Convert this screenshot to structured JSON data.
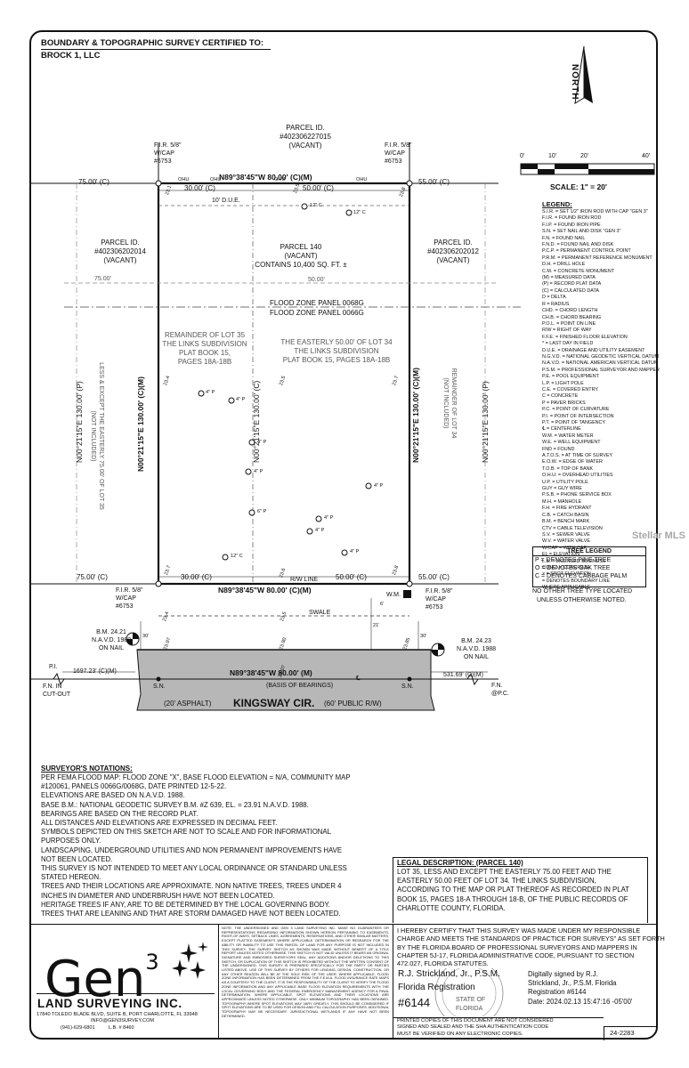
{
  "header": {
    "title": "BOUNDARY & TOPOGRAPHIC SURVEY CERTIFIED TO:",
    "client": "BROCK 1, LLC"
  },
  "north_label": "NORTH",
  "scale": {
    "ticks": [
      "0'",
      "10'",
      "20'",
      "40'"
    ],
    "label": "SCALE: 1\" = 20'"
  },
  "legend": {
    "title": "LEGEND:",
    "items": [
      "S.I.R. = SET 1/2\" IRON ROD WITH CAP \"GEN 3\"",
      "F.I.R. = FOUND IRON ROD",
      "F.I.P. = FOUND IRON PIPE",
      "S.N. = SET NAIL AND DISK \"GEN 3\"",
      "F.N. = FOUND NAIL",
      "F.N.D. = FOUND NAIL AND DISK",
      "P.C.P. = PERMANENT CONTROL POINT",
      "P.R.M. = PERMANENT REFERENCE MONUMENT",
      "D.H. = DRILL HOLE",
      "C.M. = CONCRETE MONUMENT",
      "(M) = MEASURED DATA",
      "(P) = RECORD PLAT DATA",
      "(C) = CALCULATED DATA",
      "D = DELTA",
      "R = RADIUS",
      "CHD. = CHORD LENGTH",
      "CH.B. = CHORD BEARING",
      "P.O.L. = POINT ON LINE",
      "R/W = RIGHT OF WAY",
      "F.F.E. = FINISHED FLOOR ELEVATION",
      "* = LAST DAY IN FIELD",
      "D.U.E. = DRAINAGE AND UTILITY EASEMENT",
      "N.G.V.D. = NATIONAL GEODETIC VERTICAL DATUM",
      "N.A.V.D. = NATIONAL AMERICAN VERTICAL DATUM",
      "P.S.M. = PROFESSIONAL SURVEYOR AND MAPPER",
      "P.E. = POOL EQUIPMENT",
      "L.P. = LIGHT POLE",
      "C.E. = COVERED ENTRY",
      "C = CONCRETE",
      "P = PAVER BRICKS",
      "P.C. = POINT OF CURVATURE",
      "P.I. = POINT OF INTERSECTION",
      "P.T. = POINT OF TANGENCY",
      "℄ = CENTERLINE",
      "W.M. = WATER METER",
      "W.E. = WELL EQUIPMENT",
      "FND = FOUND",
      "A.T.O.S. = AT TIME OF SURVEY",
      "E.O.W. = EDGE OF WATER",
      "T.O.B. = TOP OF BANK",
      "O.H.U. = OVERHEAD UTILITIES",
      "U.P. = UTILITY POLE",
      "GUY = GUY WIRE",
      "P.S.B. = PHONE SERVICE BOX",
      "M.H. = MANHOLE",
      "F.H. = FIRE HYDRANT",
      "C.B. = CATCH BASIN",
      "B.M. = BENCH MARK",
      "CTV = CABLE TELEVISION",
      "S.V. = SEWER VALVE",
      "W.V. = WATER VALVE",
      "W/CAP = WITH CAP",
      "EL = ELEVATION",
      "L.B. = LICENSED BUSINESS",
      "CONC. = CONCRETE",
      "× = SPOT ELEVATION",
      "= DENOTES BOUNDARY LINE",
      "WHERE APPLICABLE"
    ]
  },
  "tree_legend": {
    "title": "TREE LEGEND",
    "items": [
      "P = DENOTES PINE TREE",
      "O = DENOTES OAK TREE",
      "C = DENOTES CABBAGE PALM"
    ],
    "note1": "NO OTHER TREE TYPE LOCATED",
    "note2": "UNLESS OTHERWISE NOTED."
  },
  "survey": {
    "fir_nw": [
      "F.I.R. 5/8\"",
      "W/CAP",
      "#6753"
    ],
    "fir_ne": [
      "F.I.R. 5/8\"",
      "W/CAP",
      "#6753"
    ],
    "fir_sw": [
      "F.I.R. 5/8\"",
      "W/CAP",
      "#6753"
    ],
    "fir_se": [
      "F.I.R. 5/8\"",
      "W/CAP",
      "#6753"
    ],
    "parcel_north": [
      "PARCEL ID.",
      "#402306227015",
      "(VACANT)"
    ],
    "parcel_west": [
      "PARCEL ID.",
      "#402306202014",
      "(VACANT)"
    ],
    "parcel_east": [
      "PARCEL ID.",
      "#402306202012",
      "(VACANT)"
    ],
    "parcel_main": [
      "PARCEL 140",
      "(VACANT)",
      "CONTAINS 10,400 SQ. FT. ±"
    ],
    "north_bearing": "N89°38'45\"W  80.00' (C)(M)",
    "south_bearing": "N89°38'45\"W  80.00' (C)(M)",
    "road_bearing": "N89°38'45\"W  80.00' (M)",
    "basis": "(BASIS OF BEARINGS)",
    "dim_75_left_top": "75.00' (C)",
    "dim_30_top": "30.00' (C)",
    "dim_50_top": "50.00' (C)",
    "dim_55_right_top": "55.00' (C)",
    "dim_75_left_bot": "75.00' (C)",
    "dim_30_bot": "30.00' (C)",
    "dim_50_bot": "50.00' (C)",
    "dim_55_right_bot": "55.00' (C)",
    "rw_line": "R/W LINE",
    "due": "10' D.U.E.",
    "inner_50": "50.00'",
    "inner_75": "75.00'",
    "flood_0068": "FLOOD ZONE PANEL 0068G",
    "flood_0066": "FLOOD ZONE PANEL 0066G",
    "west_line": "N00°21'15\"E  130.00' (C)(M)",
    "mid_line": "N00°21'15\"E  130.00' (C)",
    "east_line": "N00°21'15\"E  130.00' (C)(M)",
    "far_west_line": "N00°21'15\"E  130.00' (P)",
    "far_east_line": "N00°21'15\"E  130.00' (P)",
    "remainder_35": [
      "REMAINDER OF LOT 35",
      "THE LINKS SUBDIVISION",
      "PLAT BOOK 15,",
      "PAGES 18A-18B"
    ],
    "easterly_34": [
      "THE EASTERLY 50.00' OF LOT 34",
      "THE LINKS SUBDIVISION",
      "PLAT BOOK 15, PAGES 18A-18B"
    ],
    "less_except": [
      "LESS & EXCEPT THE EASTERLY 75.00' OF LOT 35",
      "(NOT INCLUDED)"
    ],
    "remainder_34": [
      "REMAINDER OF LOT 34",
      "(NOT INCLUDED)"
    ],
    "trees": [
      "12\" C",
      "12\" C",
      "4\" P",
      "4\" P",
      "4\" P",
      "4\" P",
      "4\" P",
      "6\" P",
      "4\" P",
      "4\" P",
      "4\" P",
      "12\" C"
    ],
    "ohu": "OHU",
    "swale": "SWALE",
    "wm": "W.M.",
    "bm_left": [
      "B.M. 24.21",
      "N.A.V.D. 1988",
      "ON NAIL"
    ],
    "bm_right": [
      "B.M. 24.23",
      "N.A.V.D. 1988",
      "ON NAIL"
    ],
    "pi": "P.I.",
    "fn_left": [
      "F.N. IN",
      "CUT-OUT"
    ],
    "fn_right": [
      "F.N.",
      "@P.C."
    ],
    "dist_left": "1697.23' (C)(M)",
    "dist_right": "531.69' (C)(M)",
    "sn": "S.N.",
    "asphalt": "(20' ASPHALT)",
    "road_name": "KINGSWAY CIR.",
    "row": "(60' PUBLIC R/W)",
    "centerline": "℄",
    "elev": [
      "23.1",
      "23.5",
      "23.8",
      "23.4",
      "23.5",
      "23.7",
      "23.7",
      "23.6",
      "23.8",
      "23.4",
      "23.5",
      "23.97",
      "23.90",
      "23.85",
      "24.07"
    ],
    "offsets": [
      "30'",
      "30'",
      "21'",
      "6'"
    ]
  },
  "notes": {
    "title": "SURVEYOR'S NOTATIONS:",
    "lines": [
      "PER FEMA FLOOD MAP: FLOOD ZONE \"X\", BASE FLOOD ELEVATION = N/A, COMMUNITY MAP",
      "#120061, PANELS 0066G/0068G, DATE PRINTED 12-5-22.",
      "ELEVATIONS ARE BASED ON N.A.V.D. 1988.",
      "BASE B.M.: NATIONAL GEODETIC SURVEY B.M. #Z 639, EL. = 23.91 N.A.V.D. 1988.",
      "BEARINGS ARE BASED ON THE RECORD PLAT.",
      "ALL DISTANCES AND ELEVATIONS ARE EXPRESSED IN DECIMAL FEET.",
      "SYMBOLS DEPICTED ON THIS SKETCH ARE NOT TO SCALE AND FOR INFORMATIONAL",
      "PURPOSES ONLY.",
      "LANDSCAPING, UNDERGROUND UTILITIES AND NON PERMANENT IMPROVEMENTS HAVE",
      "NOT BEEN LOCATED.",
      "THIS SURVEY IS NOT INTENDED TO MEET ANY LOCAL ORDINANCE OR STANDARD UNLESS",
      "STATED HEREON.",
      "TREES AND THEIR LOCATIONS ARE APPROXIMATE. NON NATIVE TREES, TREES UNDER 4",
      "INCHES IN DIAMETER AND UNDERBRUSH HAVE NOT BEEN LOCATED.",
      "HERITAGE TREES IF ANY, ARE TO BE DETERMINED BY THE LOCAL GOVERNING BODY.",
      "TREES THAT ARE LEANING AND THAT ARE STORM DAMAGED HAVE NOT BEEN LOCATED."
    ]
  },
  "legal": {
    "title": "LEGAL DESCRIPTION: (PARCEL 140)",
    "lines": [
      "LOT 35, LESS AND EXCEPT THE EASTERLY 75.00 FEET AND THE",
      "EASTERLY 50.00 FEET OF LOT 34. THE LINKS SUBDIVISION,",
      "ACCORDING TO THE MAP OR PLAT THEREOF AS RECORDED IN PLAT",
      "BOOK 15, PAGES 18-A THROUGH 18-B, OF THE PUBLIC RECORDS OF",
      "CHARLOTTE COUNTY, FLORIDA."
    ]
  },
  "company": {
    "logo_word": "Gen",
    "logo_sup": "3",
    "name": "LAND SURVEYING INC.",
    "address": "17840 TOLEDO BLADE BLVD, SUITE B, PORT CHARLOTTE, FL 33948",
    "email": "INFO@GEN3SURVEY.COM",
    "phone": "(941)-629-6801",
    "lb": "L.B. # 8460"
  },
  "disclaimer": "NOTE: THE UNDERSIGNED AND GEN 3 LAND SURVEYING INC. MAKE NO GUARANTEES OR REPRESENTATIONS REGARDING INFORMATION SHOWN HEREON PERTAINING TO EASEMENTS, RIGHT-OF-WAYS, SETBACK LINES, AGREEMENTS, RESERVATIONS, AND OTHER SIMILAR MATTERS, EXCEPT PLATTED EASEMENTS WHERE APPLICABLE. DETERMINATION OR RESEARCH FOR THE ABILITY OR INABILITY TO USE THIS PARCEL OF LAND FOR ANY PURPOSE IS NOT INCLUDED IN THIS SURVEY. THE SURVEY SKETCH AS SHOWN WAS MADE WITHOUT BENEFIT OF A TITLE REPORT UNLESS NOTED OTHERWISE. THIS SKETCH IS NOT VALID UNLESS IT BEARS AN ORIGINAL SIGNATURE AND EMBOSSED SURVEYORS SEAL. ANY ADDITIONS AND/OR DELETIONS TO THIS SKETCH, OR DUPLICATION OF THIS SKETCH IS PROHIBITED WITHOUT THE WRITTEN CONSENT OF THE UNDERSIGNED. THIS SURVEY IS PREPARED SPECIFICALLY FOR THE PARTY OR PARTIES LISTED ABOVE. USE OF THIS SURVEY BY OTHERS FOR LENDING, DESIGN, CONSTRUCTION, OR ANY OTHER REASON WILL BE AT THE SOLE RISK OF THE USER. WHERE APPLICABLE, FLOOD ZONE INFORMATION HAS BEEN DETERMINED FROM THE F.E.M.A. FLOOD INSURANCE RATE MAPS AS A COURTESY TO THE CLIENT. IT IS THE RESPONSIBILITY OF THE CLIENT TO VERIFY THE FLOOD ZONE INFORMATION AND ANY APPLICABLE BASE FLOOD ELEVATION REQUIREMENTS WITH THE LOCAL GOVERNING BODY AND THE FEDERAL EMERGENCY MANAGEMENT AGENCY FOR A FINAL DETERMINATION. WHERE APPLICABLE, SPOT ELEVATIONS AND THEIR LOCATIONS ARE APPROXIMATE UNLESS NOTED OTHERWISE. ONLY MINIMUM TOPOGRAPHY HAS BEEN OBTAINED. TOPOGRAPHY WHERE SPOT ELEVATIONS MAY VARY GREATLY. THIS SHOULD BE CONSIDERED IF SPOT ELEVATIONS ARE TO BE USED FOR DESIGN AND FILL CALCULATION PURPOSES. ADDITIONAL TOPOGRAPHY MAY BE NECESSARY. JURISDICTIONAL WETLANDS IF ANY HAVE NOT BEEN DETERMINED.",
  "certification": {
    "lines": [
      "I HEREBY CERTIFY THAT THIS SURVEY WAS MADE UNDER MY RESPONSIBLE",
      "CHARGE AND MEETS THE STANDARDS OF PRACTICE FOR SURVEYS\" AS SET FORTH",
      "BY THE FLORIDA BOARD OF PROFESSIONAL SURVEYORS AND MAPPERS IN",
      "CHAPTER 5J-17, FLORIDA ADMINISTRATIVE CODE, PURSUANT TO SECTION",
      "472.027, FLORIDA STATUTES."
    ],
    "surveyor": "R.J. Strickland, Jr., P.S.M.",
    "registration": "Florida Registration",
    "number": "#6144",
    "seal_state": "STATE OF",
    "seal_florida": "FLORIDA",
    "digital": [
      "Digitally signed by R.J.",
      "Strickland, Jr., P.S.M. Florida",
      "Registration #6144",
      "Date: 2024.02.13 15:47:16 -05'00'"
    ],
    "printed_note": [
      "PRINTED COPIES OF THIS DOCUMENT ARE NOT CONSIDERED",
      "SIGNED AND SEALED AND THE SHA AUTHENTICATION CODE",
      "MUST BE VERIFIED ON ANY ELECTRONIC COPIES."
    ]
  },
  "job_number": "24-2283",
  "watermark": "Stellar MLS"
}
